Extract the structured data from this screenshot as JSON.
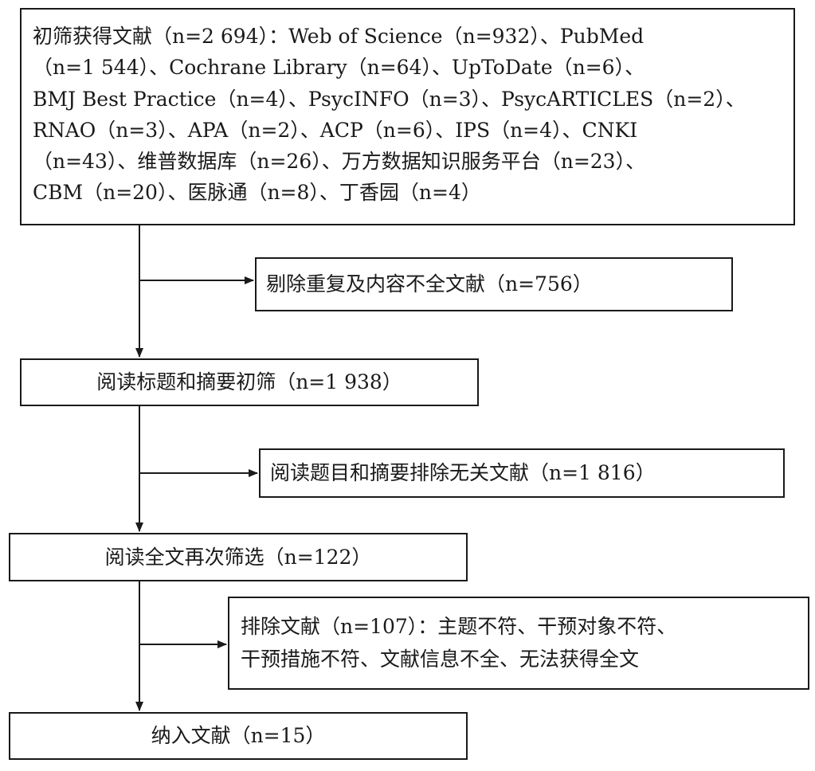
{
  "flowchart": {
    "identification": {
      "lines": [
        "初筛获得文献（n=2 694）：Web of Science（n=932）、PubMed",
        "（n=1 544）、Cochrane Library（n=64）、UpToDate（n=6）、",
        "BMJ Best Practice（n=4）、PsycINFO（n=3）、PsycARTICLES（n=2）、",
        "RNAO（n=3）、APA（n=2）、ACP（n=6）、IPS（n=4）、CNKI",
        "（n=43）、维普数据库（n=26）、万方数据知识服务平台（n=23）、",
        "CBM（n=20）、医脉通（n=8）、丁香园（n=4）"
      ]
    },
    "remove_duplicates": {
      "text": "剔除重复及内容不全文献（n=756）"
    },
    "title_abstract_screening": {
      "text": "阅读标题和摘要初筛（n=1 938）"
    },
    "exclude_irrelevant": {
      "text": "阅读题目和摘要排除无关文献（n=1 816）"
    },
    "full_text_screening": {
      "text": "阅读全文再次筛选（n=122）"
    },
    "exclude_full_text": {
      "lines": [
        "排除文献（n=107）：主题不符、干预对象不符、",
        "干预措施不符、文献信息不全、无法获得全文"
      ]
    },
    "included": {
      "text": "纳入文献（n=15）"
    }
  }
}
